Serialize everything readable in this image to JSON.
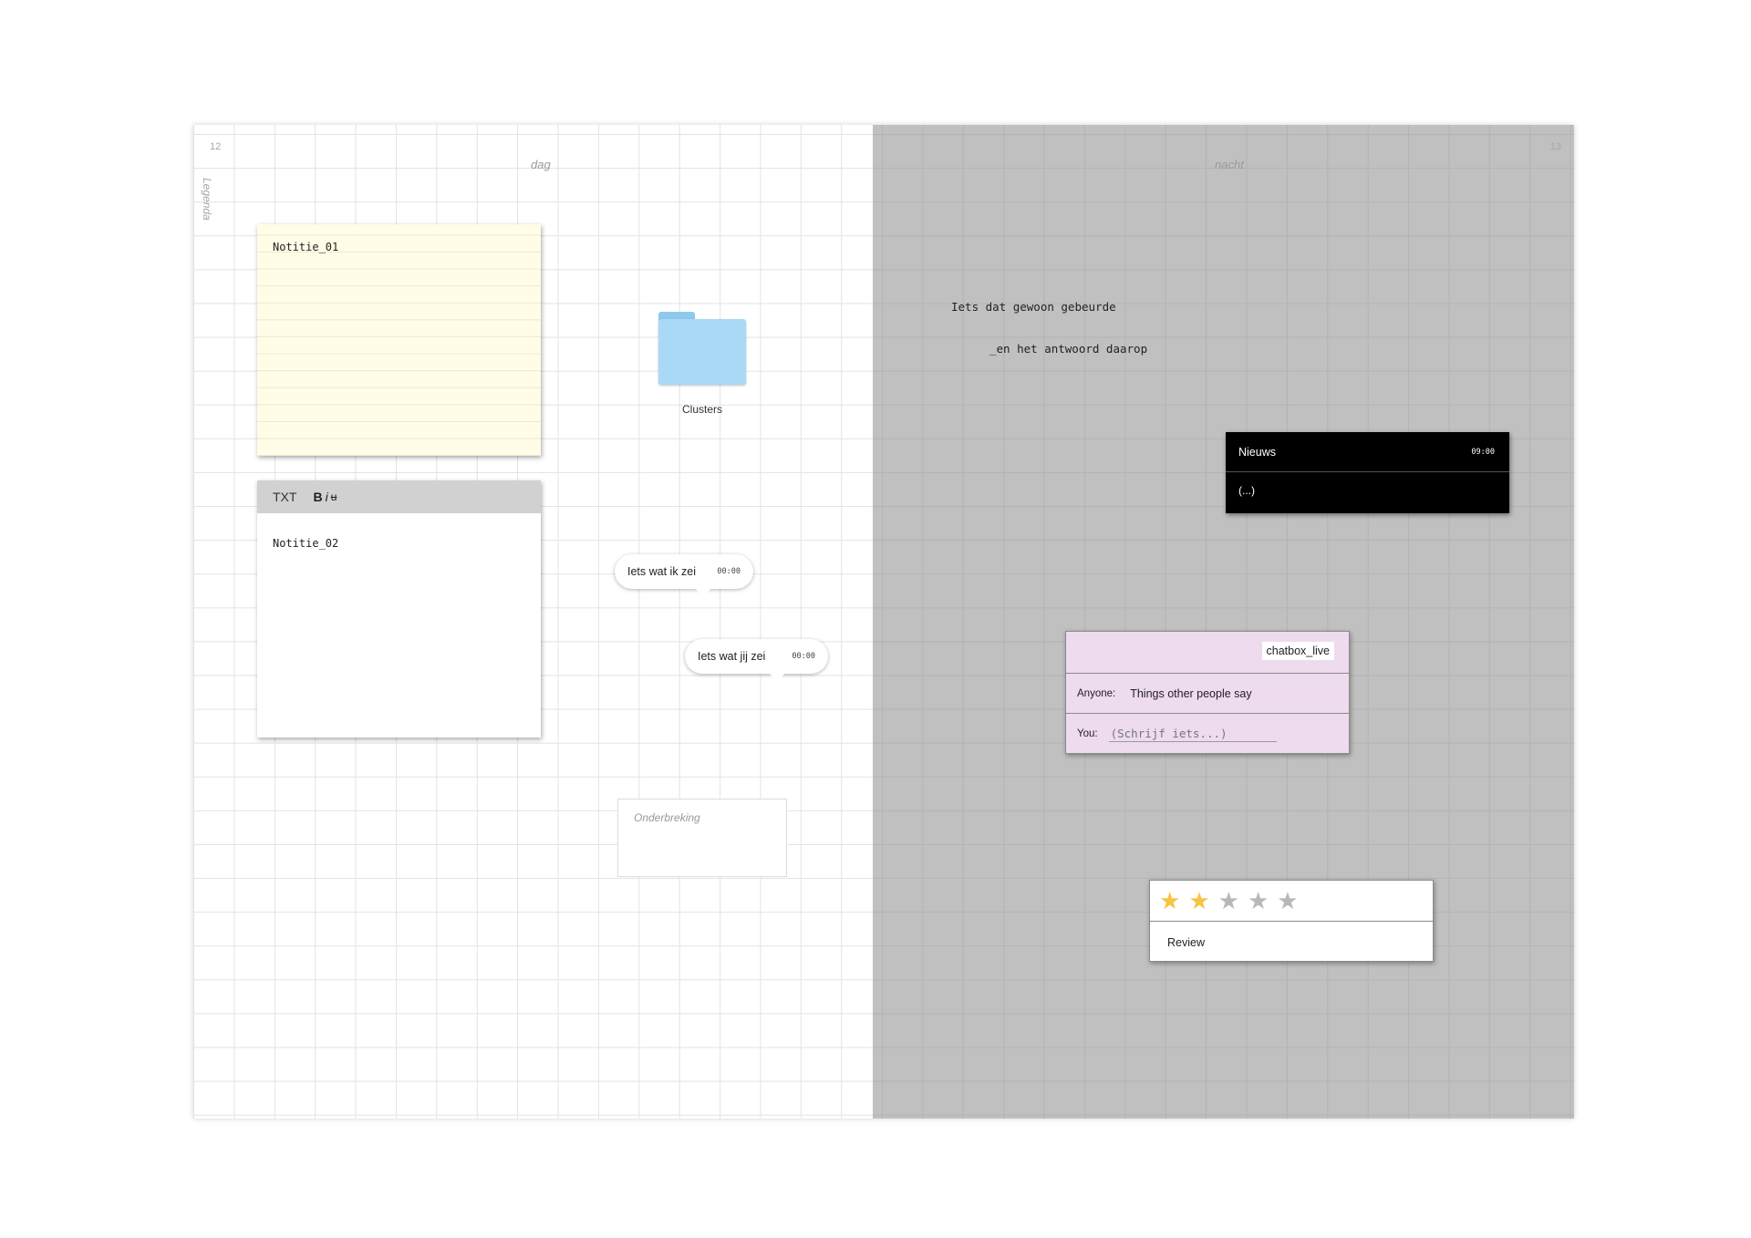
{
  "spread": {
    "left_page_number": "12",
    "right_page_number": "13",
    "legenda": "Legenda",
    "day_label": "dag",
    "night_label": "nacht"
  },
  "note1": {
    "title": "Notitie_01"
  },
  "note2": {
    "toolbar": {
      "type_label": "TXT",
      "bold": "B",
      "italic": "i",
      "strike": "u"
    },
    "title": "Notitie_02"
  },
  "folder": {
    "label": "Clusters",
    "icon": "folder-icon"
  },
  "bubbles": [
    {
      "text": "Iets wat ik zei",
      "time": "00:00"
    },
    {
      "text": "Iets wat jij zei",
      "time": "00:00"
    }
  ],
  "interruption": {
    "label": "Onderbreking"
  },
  "right_text": {
    "line1": "Iets dat gewoon gebeurde",
    "line2": "_en het antwoord daarop"
  },
  "news": {
    "title": "Nieuws",
    "time": "09:00",
    "body": "(...)"
  },
  "chat": {
    "tag": "chatbox_live",
    "anyone_label": "Anyone:",
    "anyone_message": "Things other people say",
    "you_label": "You:",
    "input_placeholder": "(Schrijf iets...)"
  },
  "review": {
    "rating": 2,
    "max_rating": 5,
    "star_glyph": "★",
    "label": "Review",
    "colors": {
      "filled": "#f6c343",
      "empty": "#b8b8b8"
    }
  }
}
